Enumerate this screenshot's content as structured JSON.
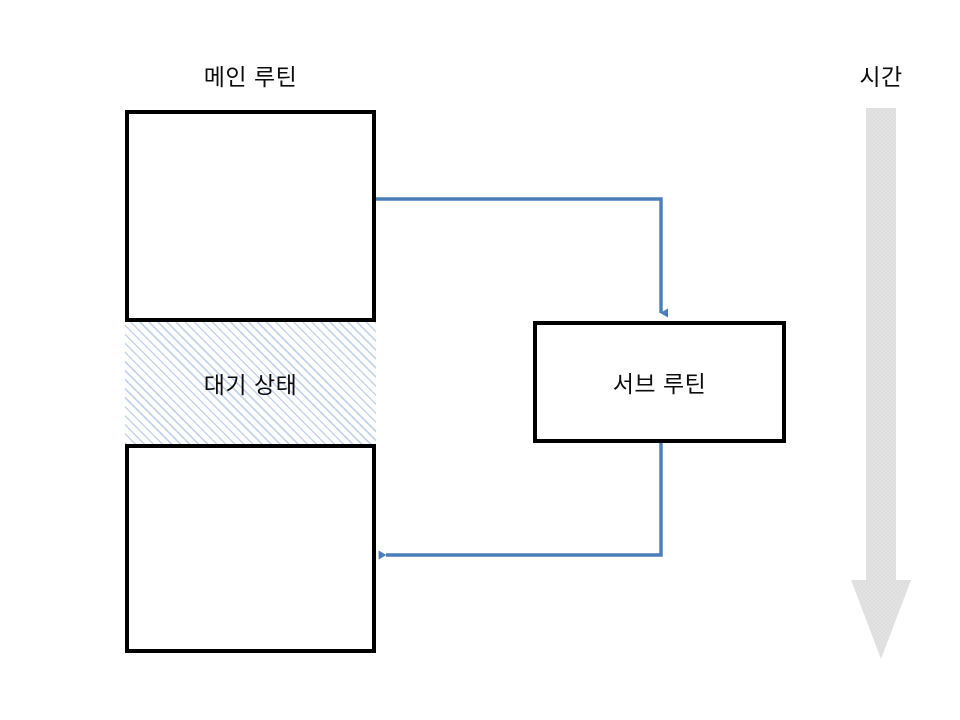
{
  "diagram": {
    "type": "sequence-timing-diagram",
    "background_color": "#ffffff",
    "title_main": "메인 루틴",
    "title_time": "시간"
  },
  "main_routine": {
    "label": "메인 루틴",
    "border_color": "#000000",
    "fill_color": "#ffffff",
    "segments": [
      {
        "name": "running-top",
        "label": ""
      },
      {
        "name": "waiting",
        "label": "대기 상태"
      },
      {
        "name": "running-bottom",
        "label": ""
      }
    ]
  },
  "waiting_state": {
    "label": "대기 상태",
    "hatch_color": "#c6d4ea",
    "hatch_angle_deg": 45,
    "fill_color": "#ffffff"
  },
  "subroutine": {
    "label": "서브 루틴",
    "border_color": "#000000",
    "fill_color": "#ffffff"
  },
  "connectors": {
    "accent_color": "#4a7ebb",
    "call": {
      "name": "call-arrow",
      "from": "메인 루틴",
      "to": "서브 루틴",
      "direction": "right-then-down"
    },
    "return": {
      "name": "return-arrow",
      "from": "서브 루틴",
      "to": "메인 루틴",
      "direction": "down-then-left"
    }
  },
  "time_axis": {
    "label": "시간",
    "arrow_color": "#dcdcdc",
    "direction": "downward"
  }
}
